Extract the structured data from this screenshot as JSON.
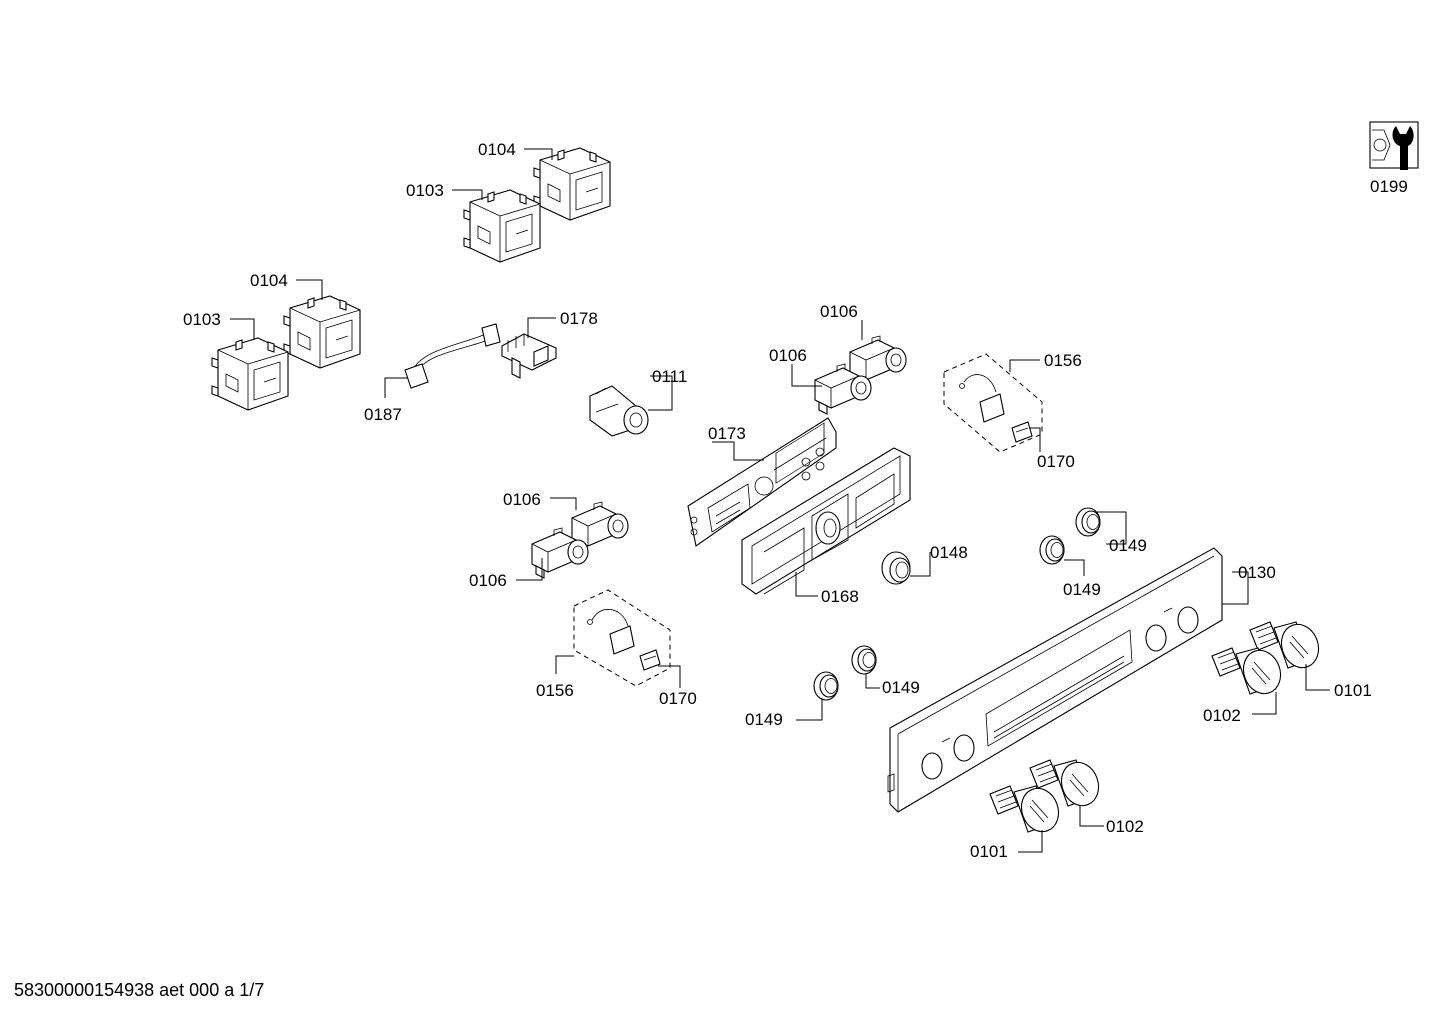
{
  "labels": {
    "l0104a": "0104",
    "l0103a": "0103",
    "l0104b": "0104",
    "l0103b": "0103",
    "l0178": "0178",
    "l0187": "0187",
    "l0111": "0111",
    "l0106a": "0106",
    "l0106b": "0106",
    "l0106c": "0106",
    "l0106d": "0106",
    "l0156a": "0156",
    "l0170a": "0170",
    "l0156b": "0156",
    "l0170b": "0170",
    "l0173": "0173",
    "l0168": "0168",
    "l0148": "0148",
    "l0149a": "0149",
    "l0149b": "0149",
    "l0149c": "0149",
    "l0149d": "0149",
    "l0130": "0130",
    "l0101a": "0101",
    "l0102a": "0102",
    "l0101b": "0101",
    "l0102b": "0102",
    "l0199": "0199"
  },
  "footer": "58300000154938 aet 000 a 1/7",
  "icons": {
    "tool": "wrench-icon"
  }
}
